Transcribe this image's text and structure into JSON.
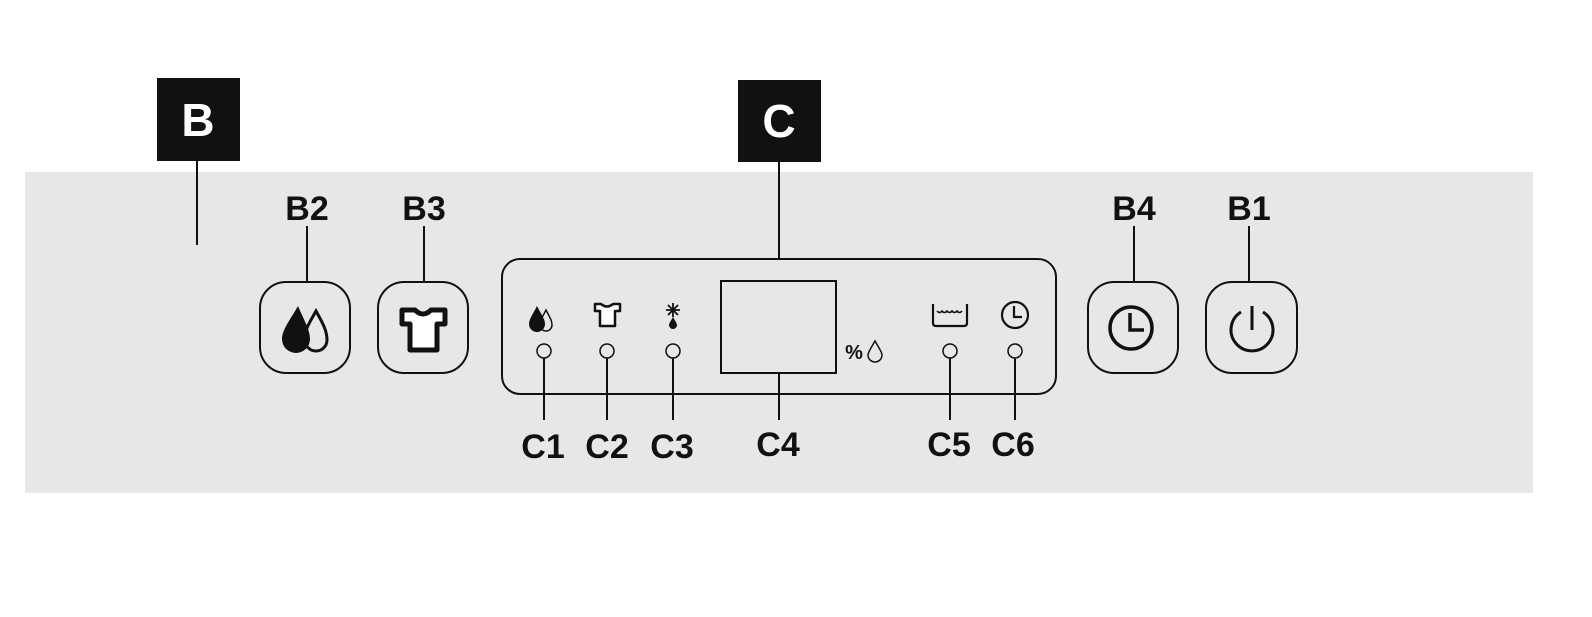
{
  "callouts": {
    "B": "B",
    "C": "C"
  },
  "buttons": [
    {
      "id": "B2",
      "icon": "double-drop-icon"
    },
    {
      "id": "B3",
      "icon": "shirt-icon"
    },
    {
      "id": "B4",
      "icon": "clock-icon"
    },
    {
      "id": "B1",
      "icon": "power-icon"
    }
  ],
  "indicators": [
    {
      "id": "C1",
      "icon": "double-drop-icon"
    },
    {
      "id": "C2",
      "icon": "shirt-icon"
    },
    {
      "id": "C3",
      "icon": "defrost-icon"
    },
    {
      "id": "C4",
      "icon": "display"
    },
    {
      "id": "C5",
      "icon": "tank-full-icon"
    },
    {
      "id": "C6",
      "icon": "clock-icon"
    }
  ],
  "display_unit": "%",
  "colors": {
    "panel": "#e6e7e6",
    "ink": "#111111"
  }
}
